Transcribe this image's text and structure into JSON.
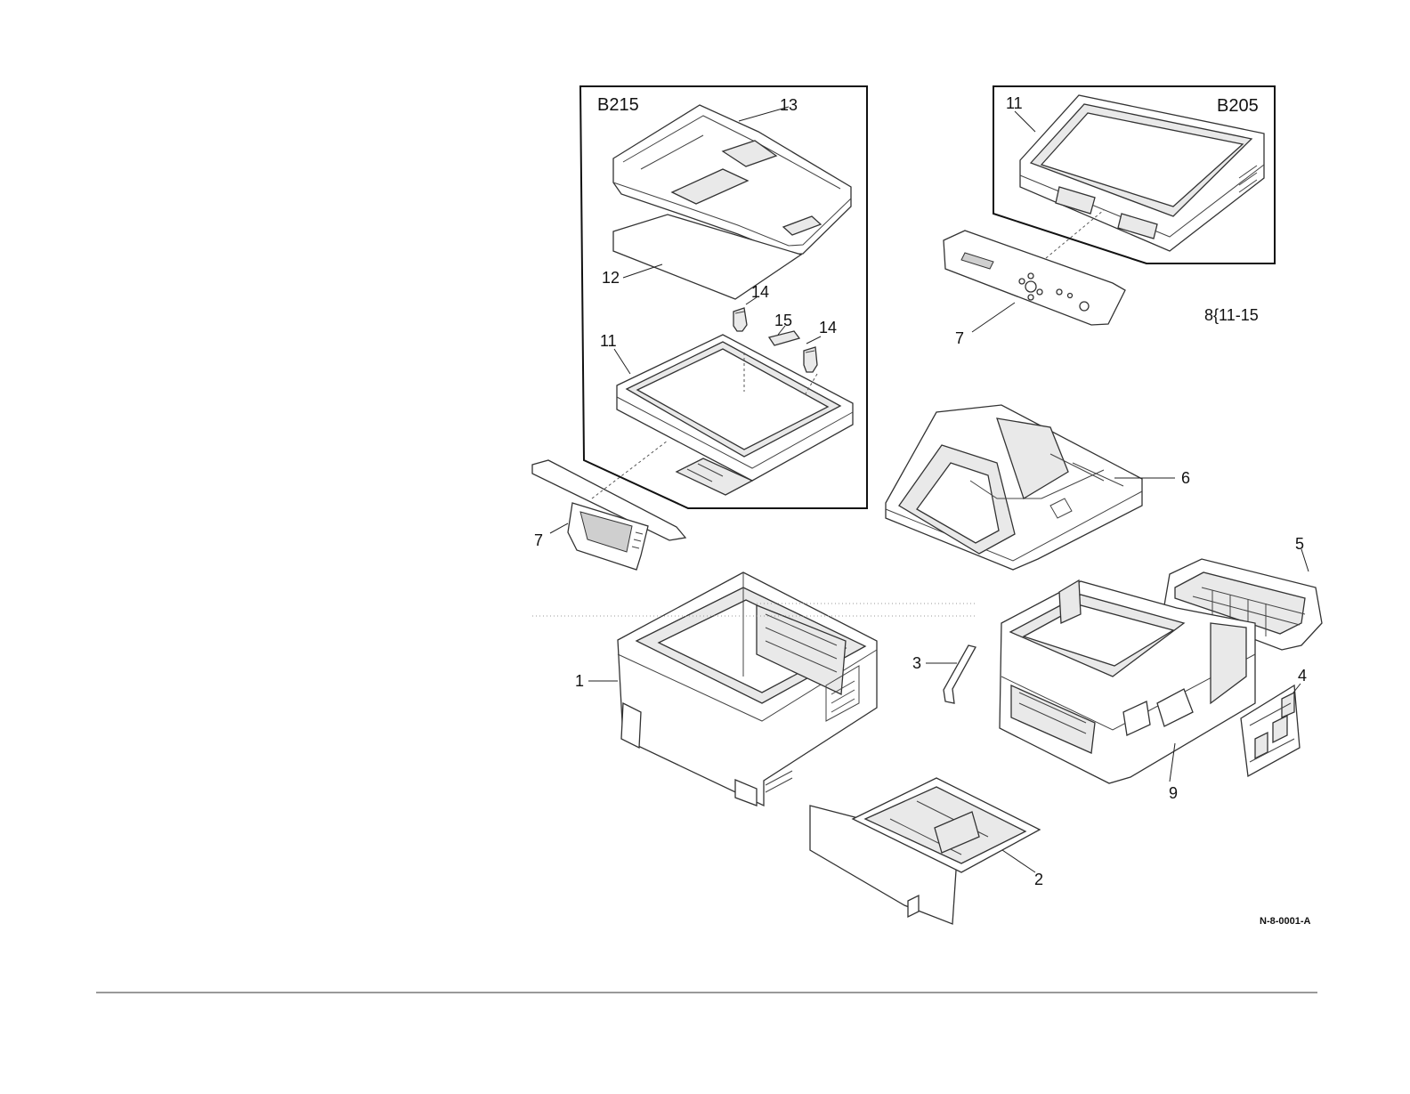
{
  "figure": {
    "code": "N-8-0001-A",
    "ref": "8{11-15"
  },
  "insets": {
    "b215": {
      "title": "B215"
    },
    "b205": {
      "title": "B205"
    }
  },
  "callouts": {
    "c13": "13",
    "c12": "12",
    "c14a": "14",
    "c15": "15",
    "c14b": "14",
    "c11a": "11",
    "c7a": "7",
    "c11b": "11",
    "c7b": "7",
    "c6": "6",
    "c5": "5",
    "c3": "3",
    "c4": "4",
    "c9": "9",
    "c1": "1",
    "c2": "2"
  }
}
